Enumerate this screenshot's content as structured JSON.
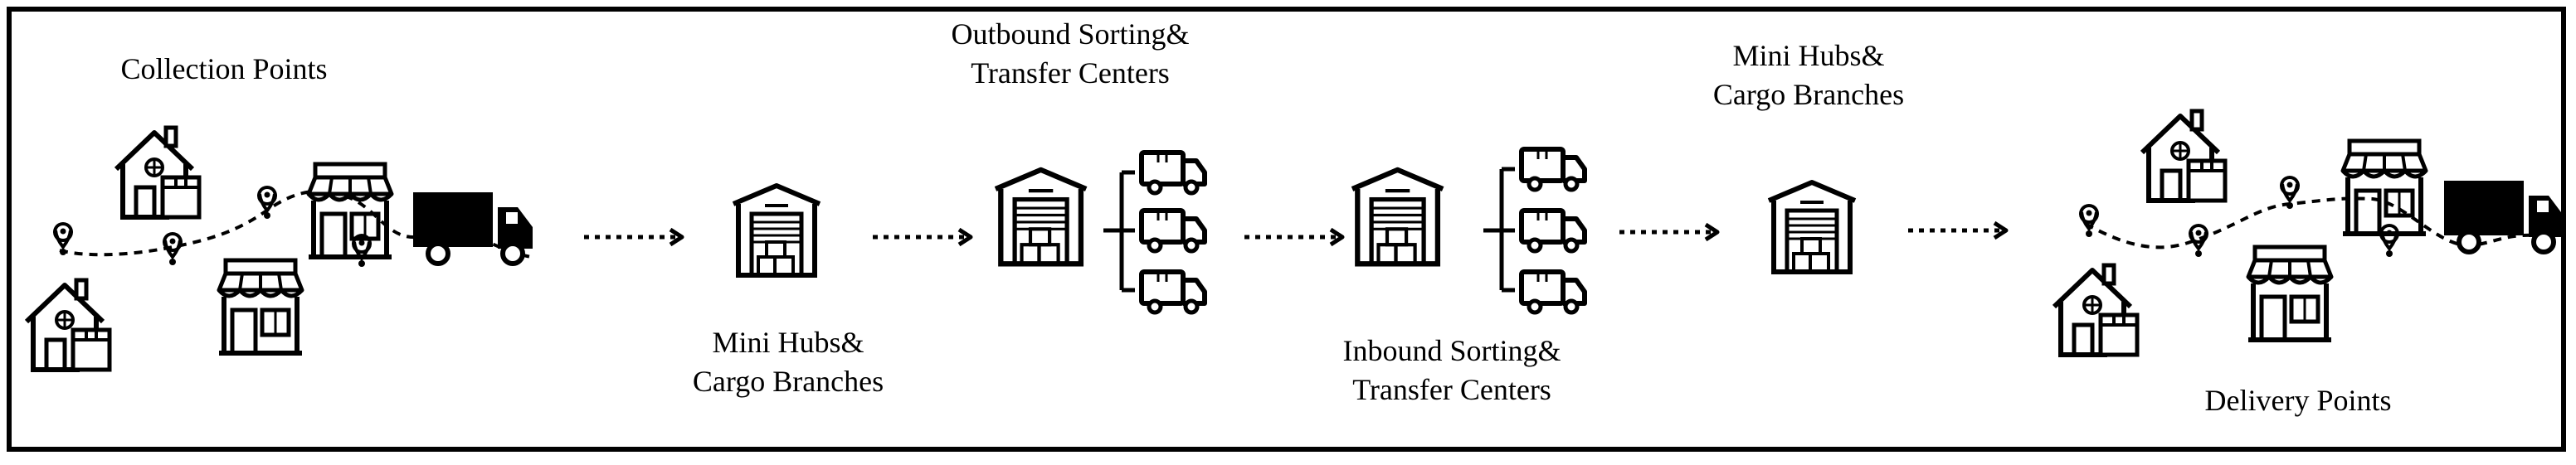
{
  "stages": [
    {
      "label_line1": "Collection Points",
      "label_line2": ""
    },
    {
      "label_line1": "Mini Hubs&",
      "label_line2": "Cargo Branches"
    },
    {
      "label_line1": "Outbound Sorting&",
      "label_line2": "Transfer Centers"
    },
    {
      "label_line1": "Inbound Sorting&",
      "label_line2": "Transfer Centers"
    },
    {
      "label_line1": "Mini Hubs&",
      "label_line2": "Cargo Branches"
    },
    {
      "label_line1": "Delivery Points",
      "label_line2": ""
    }
  ],
  "icons": {
    "house": "house-icon",
    "store": "store-icon",
    "pin": "map-pin-icon",
    "truck": "truck-icon",
    "warehouse": "warehouse-icon",
    "van": "delivery-van-icon",
    "arrow": "dotted-arrow-icon"
  },
  "colors": {
    "ink": "#000000",
    "background": "#ffffff"
  }
}
